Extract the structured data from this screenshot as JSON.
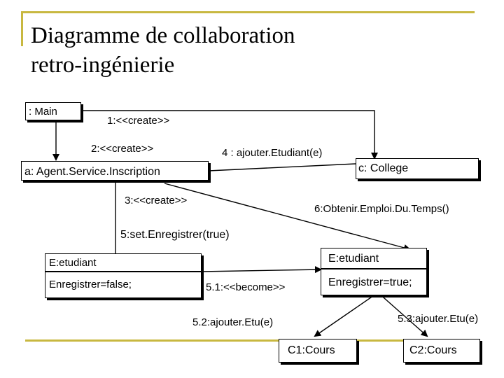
{
  "title": {
    "line1": "Diagramme de collaboration",
    "line2": "retro-ingénierie"
  },
  "objects": {
    "main": ": Main",
    "agent": "a: Agent.Service.Inscription",
    "college": "c: College",
    "etudiant_left_name": "E:etudiant",
    "etudiant_left_state": "Enregistrer=false;",
    "etudiant_right_name": "E:etudiant",
    "etudiant_right_state": "Enregistrer=true;",
    "cours1": "C1:Cours",
    "cours2": "C2:Cours"
  },
  "messages": {
    "m1": "1:<<create>>",
    "m2": "2:<<create>>",
    "m3": "3:<<create>>",
    "m4": "4 : ajouter.Etudiant(e)",
    "m5": "5:set.Enregistrer(true)",
    "m6": "6:Obtenir.Emploi.Du.Temps()",
    "m51": "5.1:<<become>>",
    "m52": "5.2:ajouter.Etu(e)",
    "m53": "5.3:ajouter.Etu(e)"
  },
  "colors": {
    "frame": "#c8b840",
    "line": "#000000"
  }
}
